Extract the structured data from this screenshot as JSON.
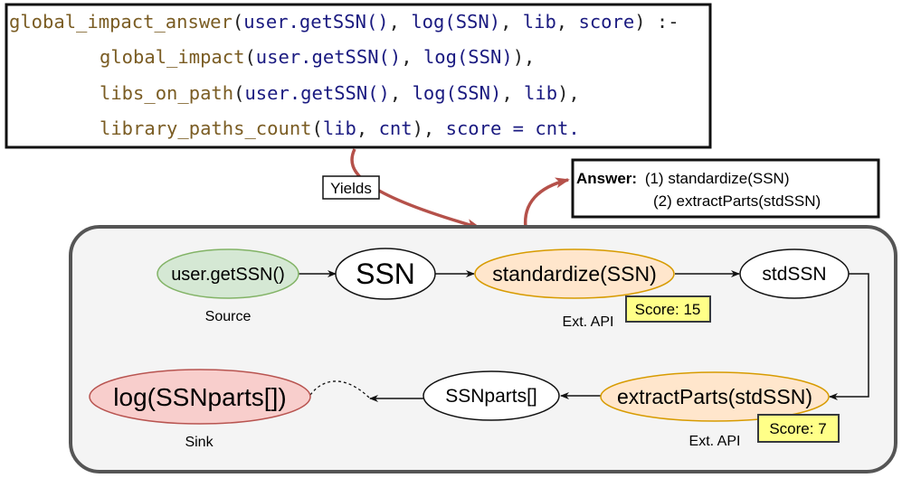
{
  "code": {
    "lines": [
      [
        {
          "t": "global_impact_answer",
          "k": "fn"
        },
        {
          "t": "(",
          "k": "punc"
        },
        {
          "t": "user.getSSN()",
          "k": "arg"
        },
        {
          "t": ", ",
          "k": "punc"
        },
        {
          "t": "log(SSN)",
          "k": "arg"
        },
        {
          "t": ", ",
          "k": "punc"
        },
        {
          "t": "lib",
          "k": "arg"
        },
        {
          "t": ", ",
          "k": "punc"
        },
        {
          "t": "score",
          "k": "arg"
        },
        {
          "t": ") :-",
          "k": "punc"
        }
      ],
      [
        {
          "t": "global_impact",
          "k": "fn"
        },
        {
          "t": "(",
          "k": "punc"
        },
        {
          "t": "user.getSSN()",
          "k": "arg"
        },
        {
          "t": ", ",
          "k": "punc"
        },
        {
          "t": "log(SSN)",
          "k": "arg"
        },
        {
          "t": "),",
          "k": "punc"
        }
      ],
      [
        {
          "t": "libs_on_path",
          "k": "fn"
        },
        {
          "t": "(",
          "k": "punc"
        },
        {
          "t": "user.getSSN()",
          "k": "arg"
        },
        {
          "t": ", ",
          "k": "punc"
        },
        {
          "t": "log(SSN)",
          "k": "arg"
        },
        {
          "t": ", ",
          "k": "punc"
        },
        {
          "t": "lib",
          "k": "arg"
        },
        {
          "t": "),",
          "k": "punc"
        }
      ],
      [
        {
          "t": "library_paths_count",
          "k": "fn"
        },
        {
          "t": "(",
          "k": "punc"
        },
        {
          "t": "lib",
          "k": "arg"
        },
        {
          "t": ", ",
          "k": "punc"
        },
        {
          "t": "cnt",
          "k": "arg"
        },
        {
          "t": "), ",
          "k": "punc"
        },
        {
          "t": "score = cnt.",
          "k": "arg"
        }
      ]
    ]
  },
  "yields_label": "Yields",
  "answer": {
    "label": "Answer:",
    "line1": "(1) standardize(SSN)",
    "line2": "(2) extractParts(stdSSN)"
  },
  "nodes": {
    "source": {
      "text": "user.getSSN()",
      "caption": "Source",
      "fill": "#d5e8d4",
      "stroke": "#82b366"
    },
    "ssn": {
      "text": "SSN"
    },
    "standardize": {
      "text": "standardize(SSN)",
      "caption": "Ext. API",
      "score": "Score: 15",
      "fill": "#ffe6cc",
      "stroke": "#d79b00"
    },
    "stdssn": {
      "text": "stdSSN"
    },
    "extract": {
      "text": "extractParts(stdSSN)",
      "caption": "Ext. API",
      "score": "Score: 7",
      "fill": "#ffe6cc",
      "stroke": "#d79b00"
    },
    "ssnparts": {
      "text": "SSNparts[]"
    },
    "sink": {
      "text": "log(SSNparts[])",
      "caption": "Sink",
      "fill": "#f8cecc",
      "stroke": "#b85450"
    }
  },
  "colors": {
    "arrow_red": "#b5514a",
    "score_fill": "#ffff88",
    "panel_fill": "#f4f4f4"
  }
}
